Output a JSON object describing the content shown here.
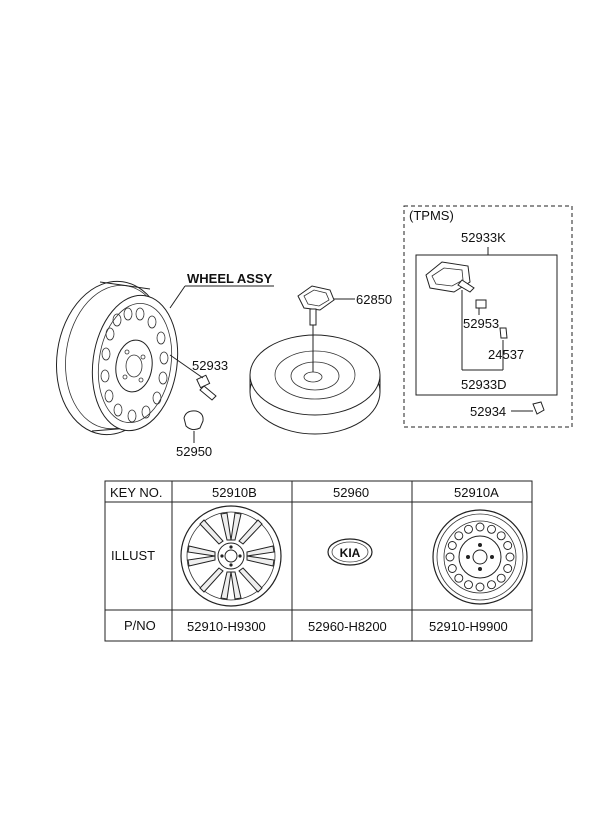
{
  "assembly_label": "WHEEL ASSY",
  "callouts": {
    "valve": "52933",
    "cap": "52950",
    "spare_cover": "62850"
  },
  "tpms": {
    "title": "(TPMS)",
    "sensor_kit": "52933K",
    "nut": "52953",
    "core": "24537",
    "valve_assy": "52933D",
    "cap": "52934"
  },
  "table": {
    "headers": {
      "key_no": "KEY NO.",
      "illust": "ILLUST",
      "pno": "P/NO"
    },
    "columns": [
      {
        "key": "52910B",
        "pno": "52910-H9300",
        "illust": "alloy-wheel-icon"
      },
      {
        "key": "52960",
        "pno": "52960-H8200",
        "illust": "kia-emblem-icon"
      },
      {
        "key": "52910A",
        "pno": "52910-H9900",
        "illust": "steel-wheel-icon"
      }
    ],
    "emblem_text": "KIA"
  }
}
